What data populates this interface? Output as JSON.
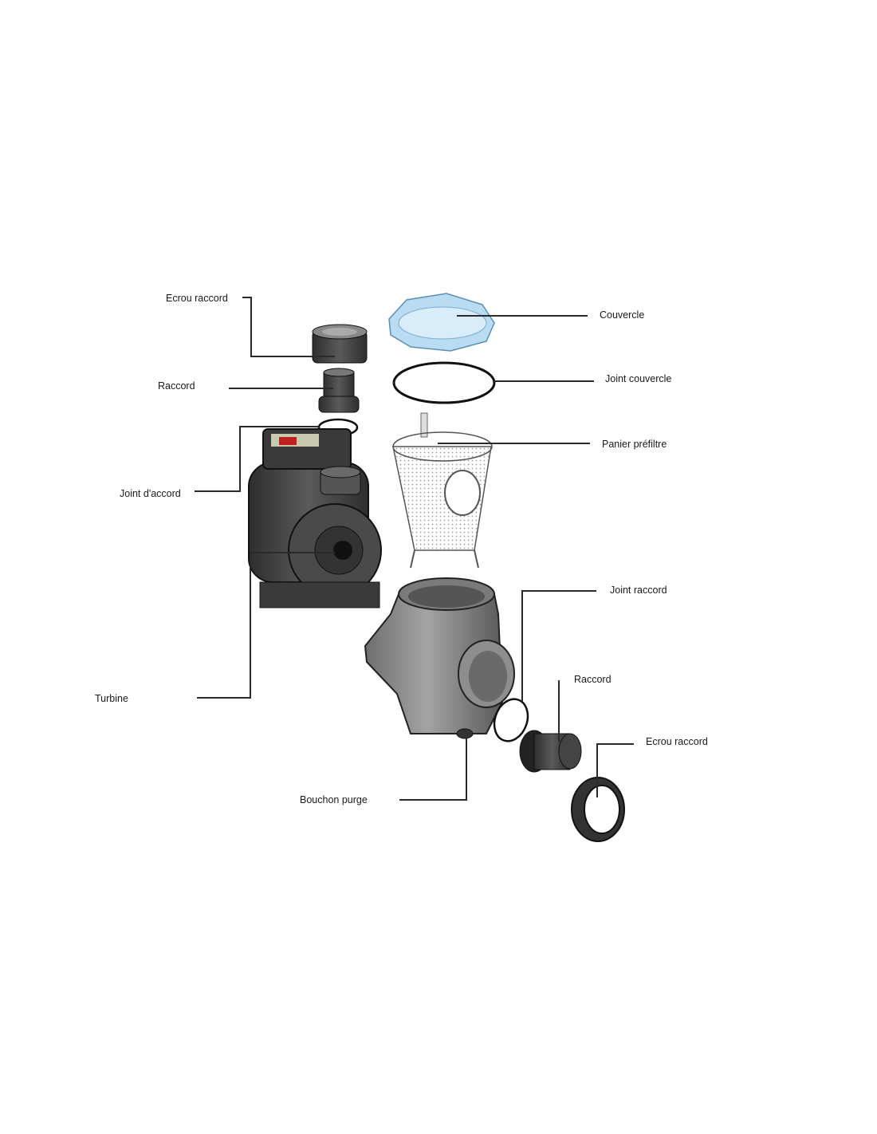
{
  "labels": {
    "ecrou_raccord_top": "Ecrou raccord",
    "raccord_top": "Raccord",
    "joint_daccord": "Joint d'accord",
    "turbine": "Turbine",
    "couvercle": "Couvercle",
    "joint_couvercle": "Joint couvercle",
    "panier_prefiltre": "Panier préfiltre",
    "joint_raccord": "Joint raccord",
    "raccord_right": "Raccord",
    "ecrou_raccord_right": "Ecrou raccord",
    "bouchon_purge": "Bouchon purge"
  },
  "colors": {
    "body": "#4a4a4a",
    "lid": "#b9dcf3",
    "basket": "#e8e8e8",
    "leader": "#2a2a2a"
  }
}
